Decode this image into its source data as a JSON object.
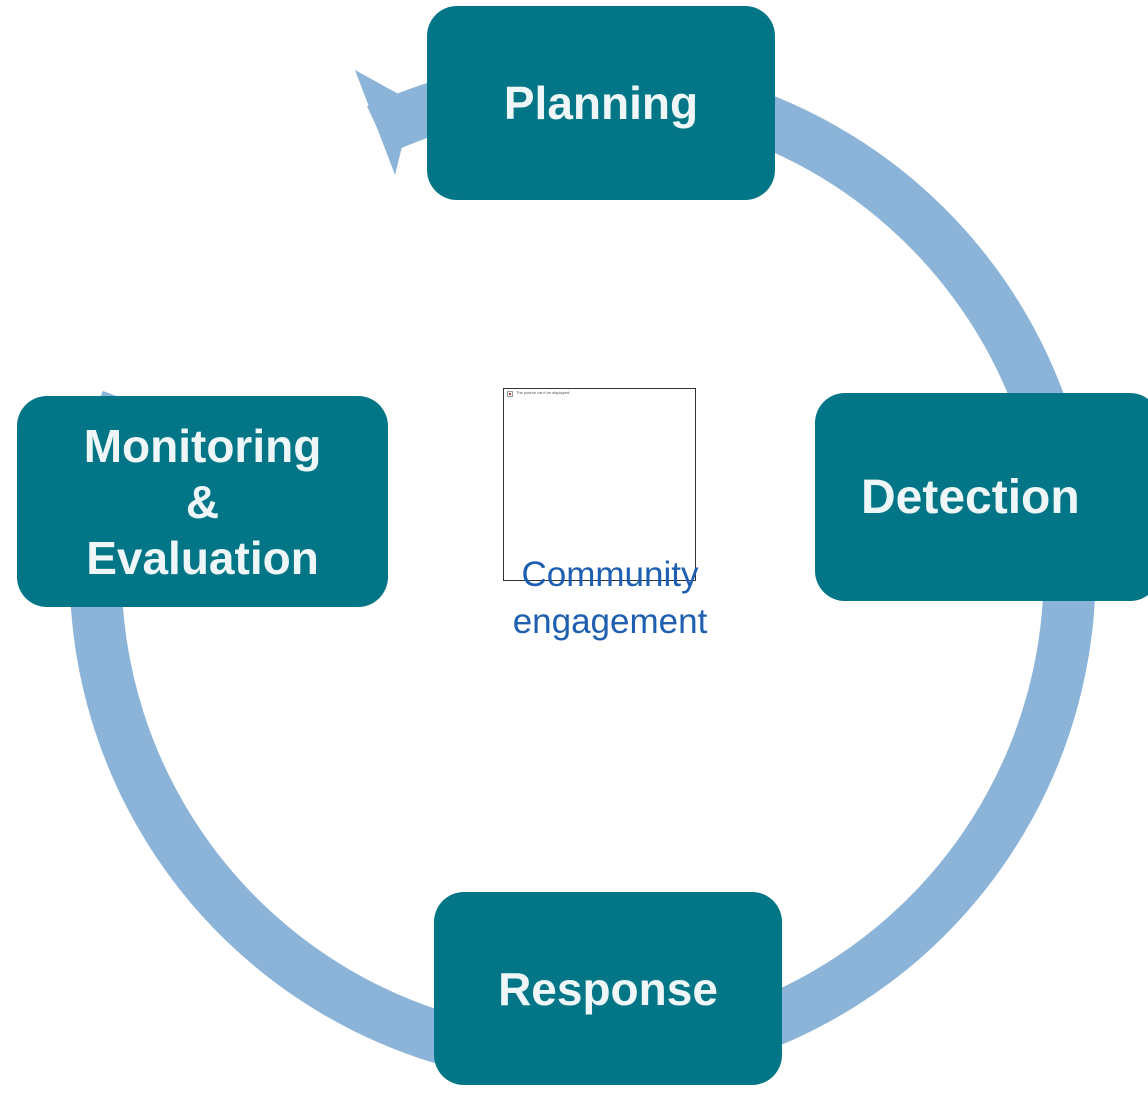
{
  "diagram": {
    "stages": {
      "planning": "Planning",
      "detection": "Detection",
      "response": "Response",
      "monitoring": [
        "Monitoring",
        "&",
        "Evaluation"
      ]
    },
    "center": {
      "lines": [
        "Community",
        "engagement"
      ],
      "image_placeholder_text": "The picture can't be displayed."
    },
    "colors": {
      "stage_fill": "#027686",
      "stage_text": "#eef6f7",
      "ring": "#8bb4d8",
      "center_text": "#1f5fb2"
    }
  }
}
